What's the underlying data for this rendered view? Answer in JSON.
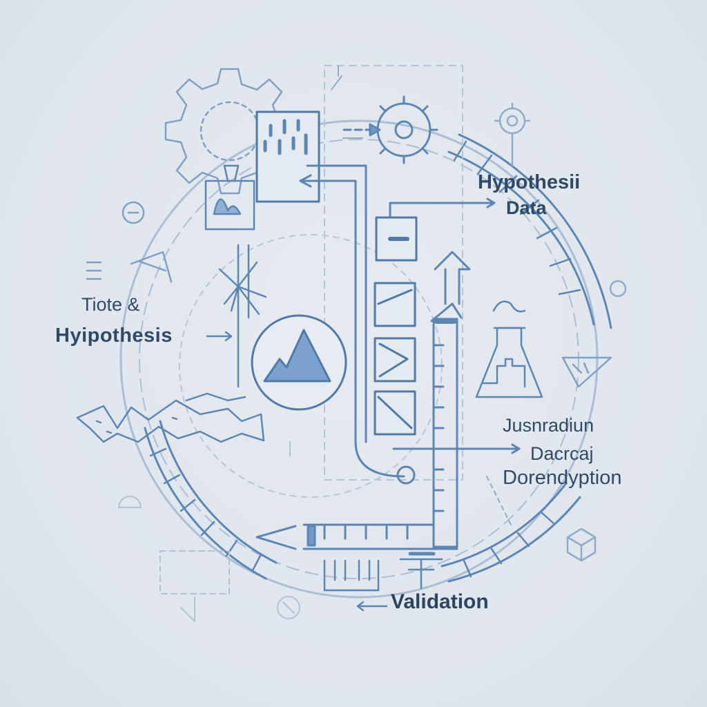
{
  "labels": {
    "left_line_1": "Tiote &",
    "left_line_2": "Hyipothesis",
    "top_right_line_1": "Hypothesii",
    "top_right_line_2": "Data",
    "mid_right_line_1": "Jusnradiun",
    "mid_right_line_2": "Dacrcaj",
    "mid_right_line_3": "Dorendyption",
    "bottom": "Validation"
  },
  "icons": [
    "large-gear-icon",
    "document-bars-icon",
    "top-gear-icon",
    "small-gear-icon",
    "mountain-circle-icon",
    "flask-icon",
    "wind-turbine-icon",
    "cube-icon",
    "landscape-map-icon"
  ],
  "colors": {
    "background": "#e1e7ee",
    "line": "#5b86b3",
    "faint_line": "#a8bdd3",
    "accent_fill": "#6f9acb",
    "text": "#2f4a66"
  }
}
